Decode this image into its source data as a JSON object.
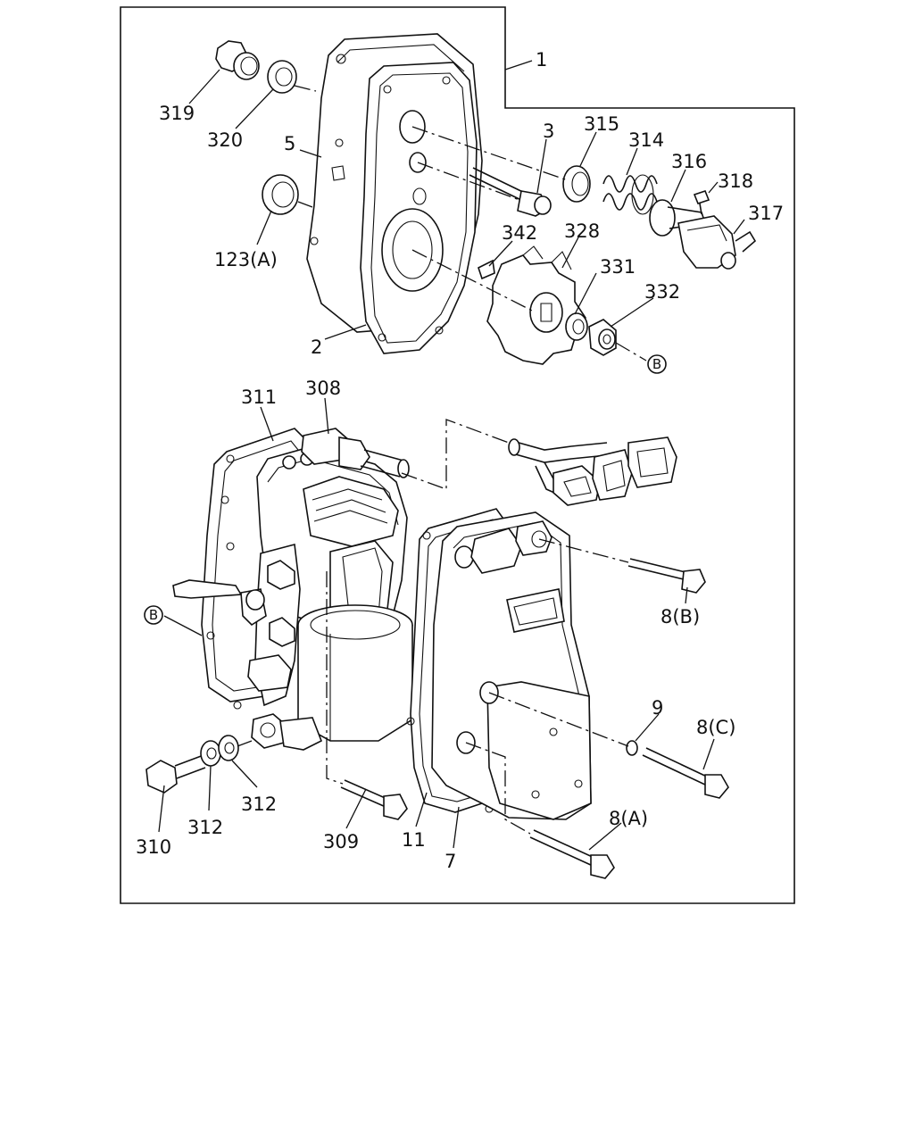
{
  "callouts": {
    "c1": "1",
    "c2": "2",
    "c3": "3",
    "c5": "5",
    "c7": "7",
    "c8a": "8(A)",
    "c8b": "8(B)",
    "c8c": "8(C)",
    "c9": "9",
    "c11": "11",
    "c123a": "123(A)",
    "c308": "308",
    "c309": "309",
    "c310": "310",
    "c311": "311",
    "c312a": "312",
    "c312b": "312",
    "c314": "314",
    "c315": "315",
    "c316": "316",
    "c317": "317",
    "c318": "318",
    "c319": "319",
    "c320": "320",
    "c328": "328",
    "c331": "331",
    "c332": "332",
    "c342": "342"
  },
  "reference_marks": {
    "ref_b_top": "B",
    "ref_b_left": "B"
  }
}
